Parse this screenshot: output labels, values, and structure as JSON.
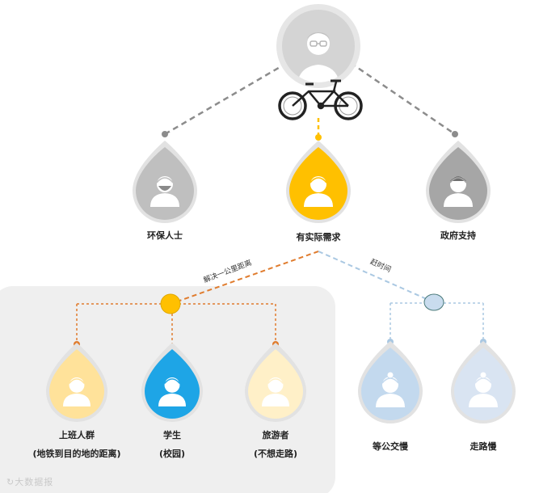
{
  "colors": {
    "panel": "#efefef",
    "gray_dark": "#8c8c8c",
    "orange": "#e07c2e",
    "yellow": "#ffc000",
    "blue_light": "#aac8e2"
  },
  "top_node": {
    "icon": "elderly-person-icon",
    "vehicle": "bicycle-icon"
  },
  "level1": [
    {
      "label": "环保人士",
      "icon": "bearded-person-icon",
      "color": "#bfbfbf"
    },
    {
      "label": "有实际需求",
      "icon": "person-icon",
      "color": "#ffc000"
    },
    {
      "label": "政府支持",
      "icon": "official-person-icon",
      "color": "#a6a6a6"
    }
  ],
  "edges": {
    "left_label": "解决一公里距离",
    "right_label": "赶时间"
  },
  "group_left": [
    {
      "label": "上班人群",
      "sub": "(地铁到目的地的距离)",
      "icon": "person-icon",
      "color": "#ffe29a"
    },
    {
      "label": "学生",
      "sub": "(校园)",
      "icon": "person-icon",
      "color": "#1ea5e6"
    },
    {
      "label": "旅游者",
      "sub": "(不想走路)",
      "icon": "person-icon",
      "color": "#fff0c8"
    }
  ],
  "group_right": [
    {
      "label": "等公交慢",
      "sub": "",
      "icon": "hair-bun-person-icon",
      "color": "#c3d9ee"
    },
    {
      "label": "走路慢",
      "sub": "",
      "icon": "hair-bun-person-icon",
      "color": "#d9e4f2"
    }
  ],
  "watermark": "大数据报"
}
